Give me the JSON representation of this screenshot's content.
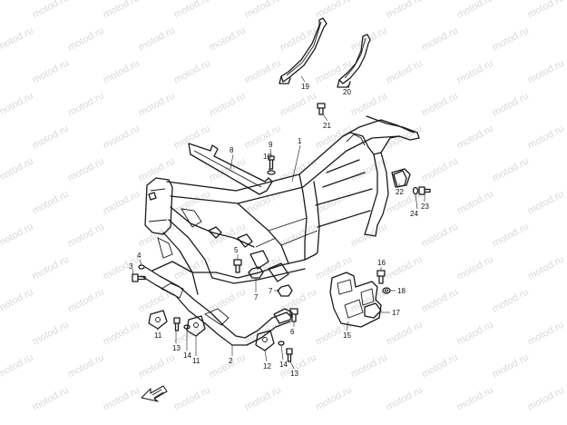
{
  "watermark": {
    "text": "motod.ru"
  },
  "callouts": [
    {
      "id": "c1",
      "label": "1"
    },
    {
      "id": "c2",
      "label": "2"
    },
    {
      "id": "c3",
      "label": "3"
    },
    {
      "id": "c4",
      "label": "4"
    },
    {
      "id": "c5",
      "label": "5"
    },
    {
      "id": "c6",
      "label": "6"
    },
    {
      "id": "c7a",
      "label": "7"
    },
    {
      "id": "c7b",
      "label": "7"
    },
    {
      "id": "c8",
      "label": "8"
    },
    {
      "id": "c9",
      "label": "9"
    },
    {
      "id": "c10",
      "label": "10"
    },
    {
      "id": "c11a",
      "label": "11"
    },
    {
      "id": "c11b",
      "label": "11"
    },
    {
      "id": "c12",
      "label": "12"
    },
    {
      "id": "c13a",
      "label": "13"
    },
    {
      "id": "c13b",
      "label": "13"
    },
    {
      "id": "c14a",
      "label": "14"
    },
    {
      "id": "c14b",
      "label": "14"
    },
    {
      "id": "c15",
      "label": "15"
    },
    {
      "id": "c16",
      "label": "16"
    },
    {
      "id": "c17",
      "label": "17"
    },
    {
      "id": "c18",
      "label": "18"
    },
    {
      "id": "c19",
      "label": "19"
    },
    {
      "id": "c20",
      "label": "20"
    },
    {
      "id": "c21",
      "label": "21"
    },
    {
      "id": "c22",
      "label": "22"
    },
    {
      "id": "c23",
      "label": "23"
    },
    {
      "id": "c24",
      "label": "24"
    }
  ],
  "colors": {
    "line": "#1a1a1a",
    "watermark": "#d9d9d9",
    "background": "#ffffff"
  },
  "icons": {
    "front_arrow": "front-direction-arrow-icon"
  }
}
